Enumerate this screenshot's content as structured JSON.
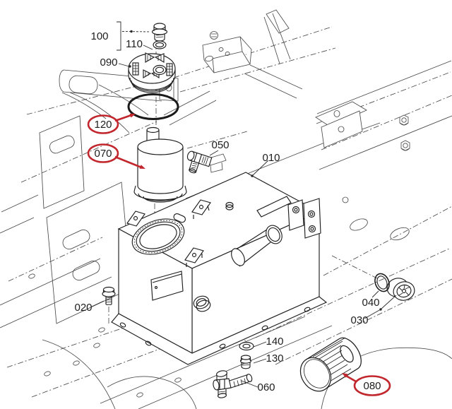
{
  "diagram": {
    "colors": {
      "highlight": "#c1272d",
      "part_line": "#1f1f1f",
      "frame_line": "#4a4a4a",
      "background": "#ffffff",
      "label_text": "#1d1d1d"
    },
    "parts": [
      {
        "ref": "010",
        "highlighted": false
      },
      {
        "ref": "020",
        "highlighted": false
      },
      {
        "ref": "030",
        "highlighted": false
      },
      {
        "ref": "040",
        "highlighted": false
      },
      {
        "ref": "050",
        "highlighted": false
      },
      {
        "ref": "060",
        "highlighted": false
      },
      {
        "ref": "070",
        "highlighted": true
      },
      {
        "ref": "080",
        "highlighted": true
      },
      {
        "ref": "090",
        "highlighted": false
      },
      {
        "ref": "100",
        "highlighted": false
      },
      {
        "ref": "110",
        "highlighted": false
      },
      {
        "ref": "120",
        "highlighted": true
      },
      {
        "ref": "130",
        "highlighted": false
      },
      {
        "ref": "140",
        "highlighted": false
      }
    ]
  }
}
